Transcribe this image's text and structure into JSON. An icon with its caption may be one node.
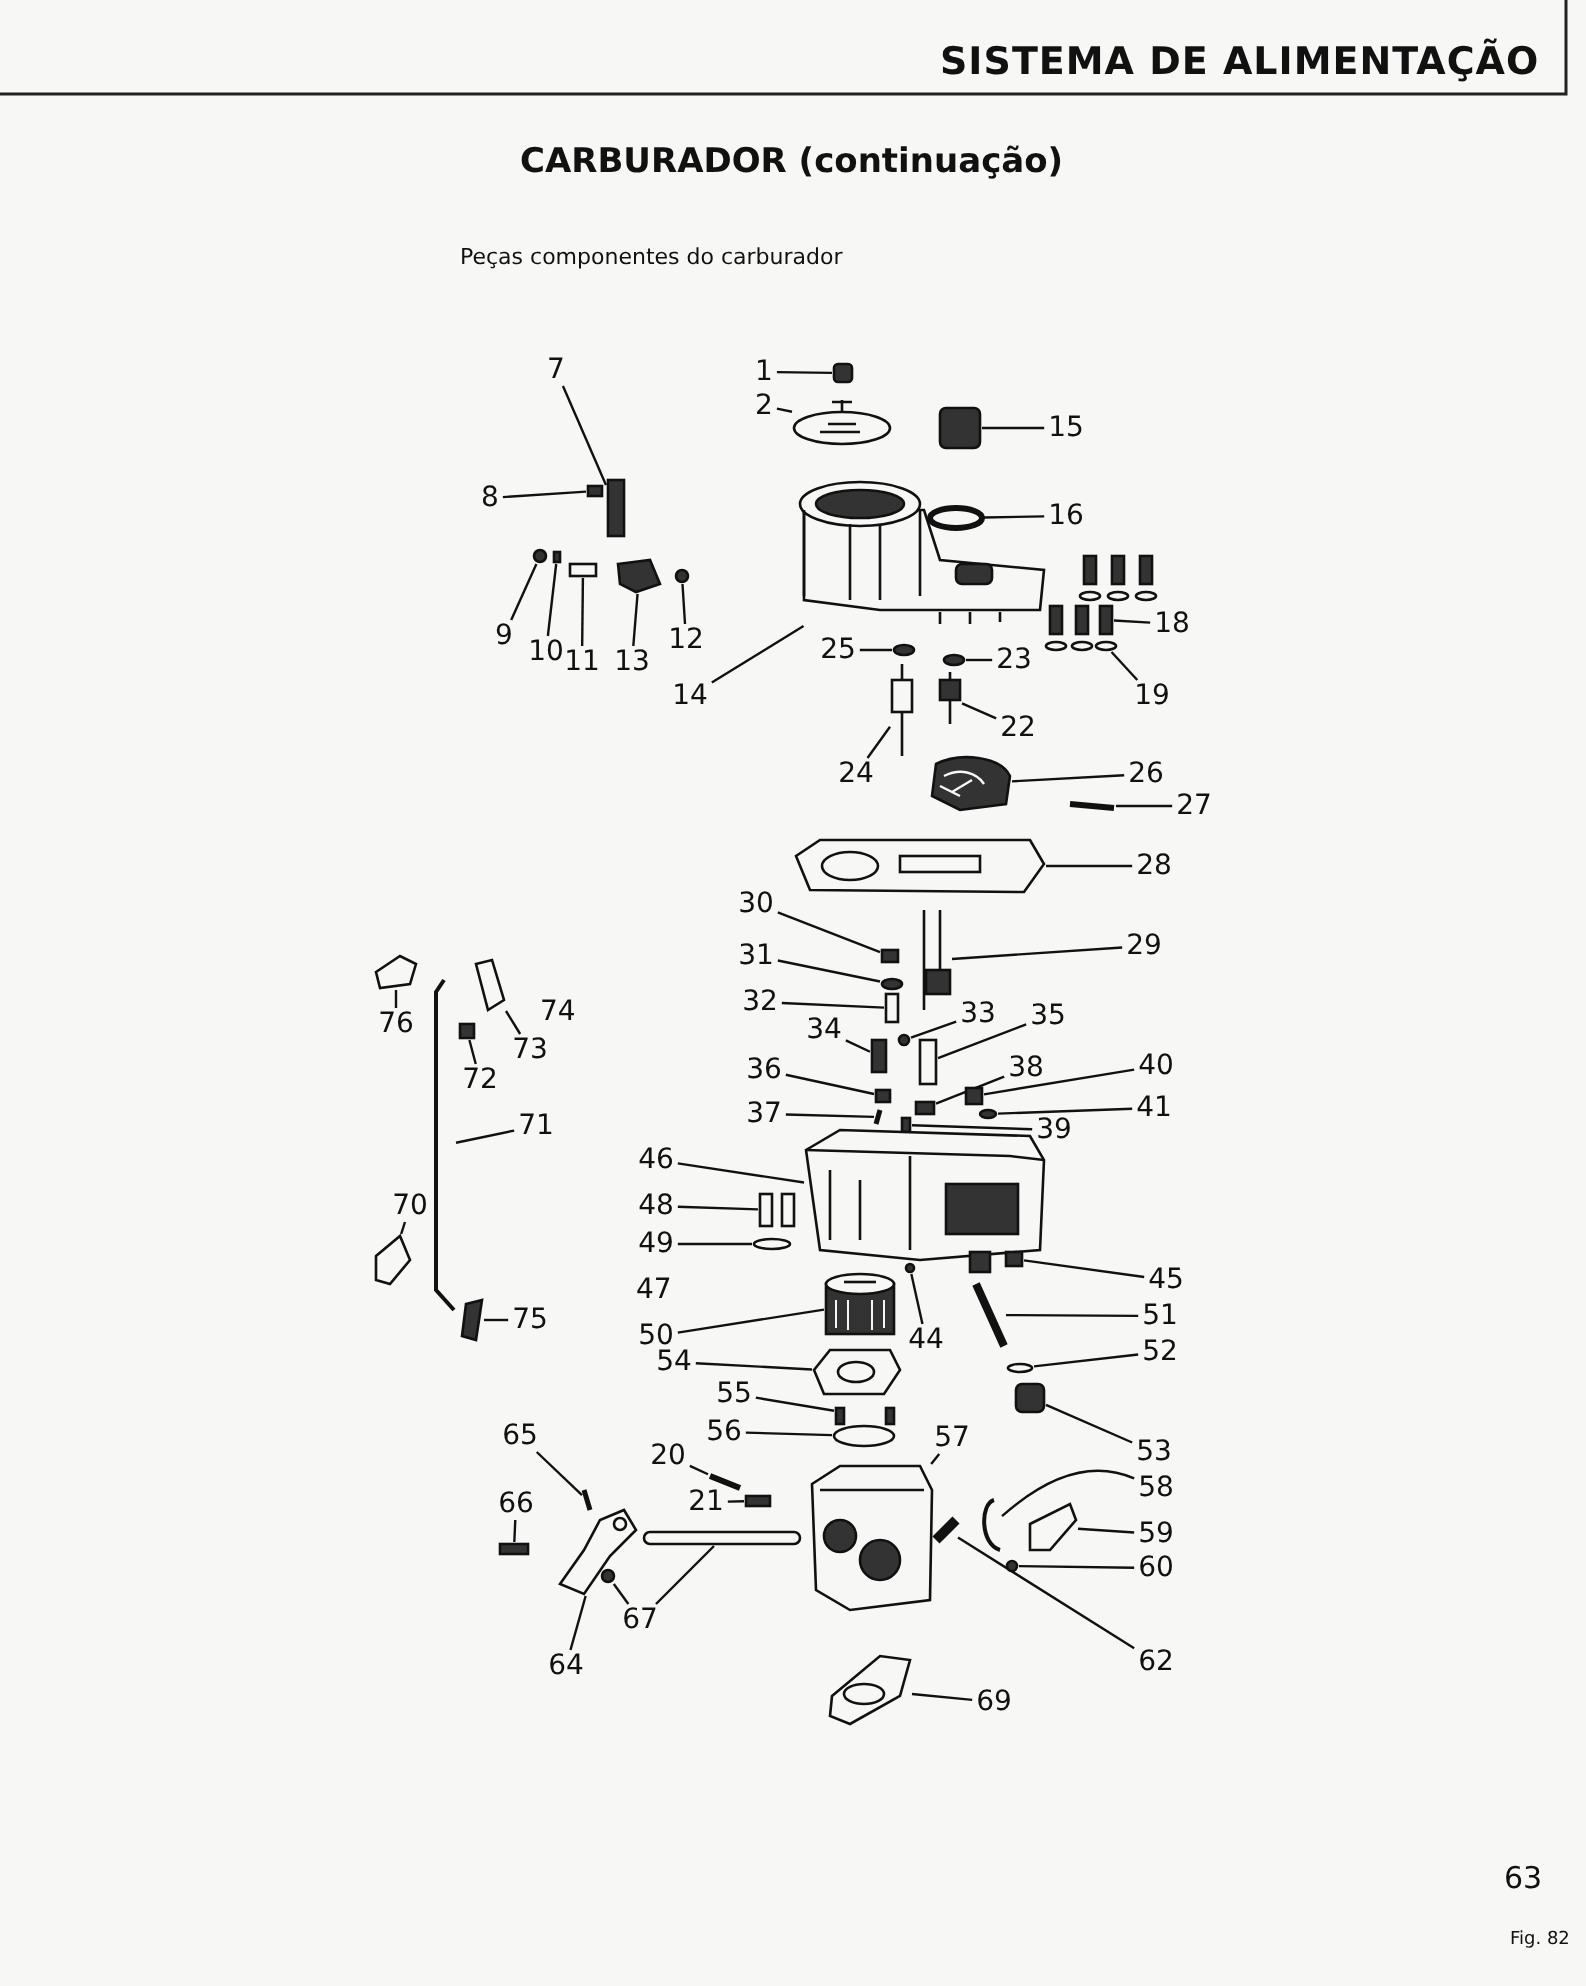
{
  "diagram": {
    "title": "CARBURADOR (continuação)",
    "nodes": [
      {
        "text": [
          "1"
        ]
      },
      {
        "text": [
          "2"
        ]
      },
      {
        "text": [
          "15"
        ]
      },
      {
        "text": [
          "7"
        ]
      },
      {
        "text": [
          "8"
        ]
      },
      {
        "text": [
          "16"
        ]
      },
      {
        "text": [
          "9"
        ]
      },
      {
        "text": [
          "10"
        ]
      },
      {
        "text": [
          "11"
        ]
      },
      {
        "text": [
          "13"
        ]
      },
      {
        "text": [
          "12"
        ]
      },
      {
        "text": [
          "18"
        ]
      },
      {
        "text": [
          "14"
        ]
      },
      {
        "text": [
          "25"
        ]
      },
      {
        "text": [
          "23"
        ]
      },
      {
        "text": [
          "19"
        ]
      },
      {
        "text": [
          "22"
        ]
      },
      {
        "text": [
          "24"
        ]
      },
      {
        "text": [
          "26"
        ]
      },
      {
        "text": [
          "27"
        ]
      },
      {
        "text": [
          "28"
        ]
      },
      {
        "text": [
          "30"
        ]
      },
      {
        "text": [
          "29"
        ]
      },
      {
        "text": [
          "31"
        ]
      },
      {
        "text": [
          "32"
        ]
      },
      {
        "text": [
          "34"
        ]
      },
      {
        "text": [
          "33"
        ]
      },
      {
        "text": [
          "35"
        ]
      },
      {
        "text": [
          "76"
        ]
      },
      {
        "text": [
          "72"
        ]
      },
      {
        "text": [
          "73"
        ]
      },
      {
        "text": [
          "36"
        ]
      },
      {
        "text": [
          "38"
        ]
      },
      {
        "text": [
          "40"
        ]
      },
      {
        "text": [
          "37"
        ]
      },
      {
        "text": [
          "41"
        ]
      },
      {
        "text": [
          "39"
        ]
      },
      {
        "text": [
          "71"
        ]
      },
      {
        "text": [
          "46"
        ]
      },
      {
        "text": [
          "48"
        ]
      },
      {
        "text": [
          "70"
        ]
      },
      {
        "text": [
          "49"
        ]
      },
      {
        "text": [
          "45"
        ]
      },
      {
        "text": [
          "50"
        ]
      },
      {
        "text": [
          "51"
        ]
      },
      {
        "text": [
          "44"
        ]
      },
      {
        "text": [
          "75"
        ]
      },
      {
        "text": [
          "54"
        ]
      },
      {
        "text": [
          "52"
        ]
      },
      {
        "text": [
          "55"
        ]
      },
      {
        "text": [
          "56"
        ]
      },
      {
        "text": [
          "65"
        ]
      },
      {
        "text": [
          "20"
        ]
      },
      {
        "text": [
          "57"
        ]
      },
      {
        "text": [
          "53"
        ]
      },
      {
        "text": [
          "58"
        ]
      },
      {
        "text": [
          "21"
        ]
      },
      {
        "text": [
          "66"
        ]
      },
      {
        "text": [
          "59"
        ]
      },
      {
        "text": [
          "60"
        ]
      },
      {
        "text": [
          "67"
        ]
      },
      {
        "text": [
          "64"
        ]
      },
      {
        "text": [
          "62"
        ]
      },
      {
        "text": [
          "69"
        ]
      },
      {
        "text": [],
        "shape": "box"
      },
      {
        "text": [],
        "shape": "picture"
      },
      {
        "text": [],
        "shape": "box"
      },
      {
        "text": [],
        "shape": "box"
      },
      {
        "text": [],
        "shape": "box"
      },
      {
        "text": [],
        "shape": "circle"
      },
      {
        "text": [],
        "shape": "circle"
      },
      {
        "text": [],
        "shape": "box"
      },
      {
        "text": [],
        "shape": "box"
      },
      {
        "text": [],
        "shape": "picture"
      },
      {
        "text": [],
        "shape": "circle"
      },
      {
        "text": [],
        "shape": "box"
      },
      {
        "text": [],
        "shape": "picture"
      },
      {
        "text": [],
        "shape": "circle"
      },
      {
        "text": [],
        "shape": "circle"
      },
      {
        "text": [],
        "shape": "circle"
      },
      {
        "text": [],
        "shape": "picture"
      },
      {
        "text": [],
        "shape": "picture"
      },
      {
        "text": [],
        "shape": "picture"
      },
      {
        "text": [],
        "shape": "bar"
      },
      {
        "text": [],
        "shape": "picture"
      },
      {
        "text": [],
        "shape": "box"
      },
      {
        "text": [],
        "shape": "picture"
      },
      {
        "text": [],
        "shape": "circle"
      },
      {
        "text": [],
        "shape": "box"
      },
      {
        "text": [],
        "shape": "box"
      },
      {
        "text": [],
        "shape": "circle"
      },
      {
        "text": [],
        "shape": "box"
      },
      {
        "text": [],
        "shape": "picture"
      },
      {
        "text": [],
        "shape": "box"
      },
      {
        "text": [],
        "shape": "picture"
      },
      {
        "text": [],
        "shape": "box"
      },
      {
        "text": [],
        "shape": "box"
      },
      {
        "text": [],
        "shape": "box"
      },
      {
        "text": [],
        "shape": "bar"
      },
      {
        "text": [],
        "shape": "circle"
      },
      {
        "text": [],
        "shape": "box"
      },
      {
        "text": [],
        "shape": "bar"
      },
      {
        "text": [],
        "shape": "picture"
      },
      {
        "text": [],
        "shape": "picture"
      },
      {
        "text": [],
        "shape": "picture"
      },
      {
        "text": [],
        "shape": "circle"
      },
      {
        "text": [],
        "shape": "box"
      },
      {
        "text": [],
        "shape": "picture"
      },
      {
        "text": [],
        "shape": "bar"
      },
      {
        "text": [],
        "shape": "circle"
      },
      {
        "text": [],
        "shape": "picture"
      },
      {
        "text": [],
        "shape": "picture"
      },
      {
        "text": [],
        "shape": "circle"
      },
      {
        "text": [],
        "shape": "picture"
      },
      {
        "text": [],
        "shape": "circle"
      },
      {
        "text": [],
        "shape": "bar"
      },
      {
        "text": [],
        "shape": "bar"
      },
      {
        "text": [],
        "shape": "picture"
      },
      {
        "text": [],
        "shape": "box"
      },
      {
        "text": [],
        "shape": "bar"
      },
      {
        "text": [],
        "shape": "box"
      },
      {
        "text": [],
        "shape": "box"
      },
      {
        "text": [],
        "shape": "picture"
      },
      {
        "text": [],
        "shape": "circle"
      },
      {
        "text": [],
        "shape": "circle"
      },
      {
        "text": [],
        "shape": "box"
      },
      {
        "text": [],
        "shape": "picture"
      },
      {
        "text": [],
        "shape": "bar"
      },
      {
        "text": [],
        "shape": "picture"
      }
    ],
    "edges": [
      {
        "from": 0,
        "to": 64,
        "arrow": "none"
      },
      {
        "from": 1,
        "to": 65,
        "arrow": "none"
      },
      {
        "from": 2,
        "to": 66,
        "arrow": "none"
      },
      {
        "from": 3,
        "to": 67,
        "arrow": "none"
      },
      {
        "from": 4,
        "to": 68,
        "arrow": "none"
      },
      {
        "from": 5,
        "to": 69,
        "arrow": "none"
      },
      {
        "from": 6,
        "to": 70,
        "arrow": "none"
      },
      {
        "from": 7,
        "to": 71,
        "arrow": "none"
      },
      {
        "from": 8,
        "to": 72,
        "arrow": "none"
      },
      {
        "from": 9,
        "to": 73,
        "arrow": "none"
      },
      {
        "from": 10,
        "to": 74,
        "arrow": "none"
      },
      {
        "from": 11,
        "to": 75,
        "arrow": "none"
      },
      {
        "from": 12,
        "to": 76,
        "arrow": "none"
      },
      {
        "from": 13,
        "to": 77,
        "arrow": "none"
      },
      {
        "from": 14,
        "to": 78,
        "arrow": "none"
      },
      {
        "from": 15,
        "to": 79,
        "arrow": "none"
      },
      {
        "from": 16,
        "to": 80,
        "arrow": "none"
      },
      {
        "from": 17,
        "to": 81,
        "arrow": "none"
      },
      {
        "from": 18,
        "to": 82,
        "arrow": "none"
      },
      {
        "from": 19,
        "to": 83,
        "arrow": "none"
      },
      {
        "from": 20,
        "to": 84,
        "arrow": "none"
      },
      {
        "from": 21,
        "to": 85,
        "arrow": "none"
      },
      {
        "from": 22,
        "to": 86,
        "arrow": "none"
      },
      {
        "from": 23,
        "to": 87,
        "arrow": "none"
      },
      {
        "from": 24,
        "to": 88,
        "arrow": "none"
      },
      {
        "from": 25,
        "to": 89,
        "arrow": "none"
      },
      {
        "from": 26,
        "to": 90,
        "arrow": "none"
      },
      {
        "from": 27,
        "to": 91,
        "arrow": "none"
      },
      {
        "from": 28,
        "to": 92,
        "arrow": "none"
      },
      {
        "from": 29,
        "to": 93,
        "arrow": "none"
      },
      {
        "from": 30,
        "to": 94,
        "arrow": "none"
      },
      {
        "from": 31,
        "to": 95,
        "arrow": "none"
      },
      {
        "from": 32,
        "to": 96,
        "arrow": "none"
      },
      {
        "from": 33,
        "to": 97,
        "arrow": "none"
      },
      {
        "from": 34,
        "to": 98,
        "arrow": "none"
      },
      {
        "from": 35,
        "to": 99,
        "arrow": "none"
      },
      {
        "from": 36,
        "to": 100,
        "arrow": "none"
      },
      {
        "from": 37,
        "to": 101,
        "arrow": "none"
      },
      {
        "from": 38,
        "to": 102,
        "arrow": "none"
      },
      {
        "from": 39,
        "to": 103,
        "arrow": "none"
      },
      {
        "from": 40,
        "to": 104,
        "arrow": "none"
      },
      {
        "from": 41,
        "to": 105,
        "arrow": "none"
      },
      {
        "from": 42,
        "to": 106,
        "arrow": "none"
      },
      {
        "from": 43,
        "to": 107,
        "arrow": "none"
      },
      {
        "from": 44,
        "to": 108,
        "arrow": "none"
      },
      {
        "from": 45,
        "to": 109,
        "arrow": "none"
      },
      {
        "from": 46,
        "to": 110,
        "arrow": "none"
      },
      {
        "from": 47,
        "to": 111,
        "arrow": "none"
      },
      {
        "from": 48,
        "to": 112,
        "arrow": "none"
      },
      {
        "from": 49,
        "to": 113,
        "arrow": "none"
      },
      {
        "from": 50,
        "to": 114,
        "arrow": "none"
      },
      {
        "from": 51,
        "to": 115,
        "arrow": "none"
      },
      {
        "from": 52,
        "to": 116,
        "arrow": "none"
      },
      {
        "from": 53,
        "to": 117,
        "arrow": "none"
      },
      {
        "from": 54,
        "to": 118,
        "arrow": "none"
      },
      {
        "from": 55,
        "to": 119,
        "arrow": "none"
      },
      {
        "from": 56,
        "to": 120,
        "arrow": "none"
      },
      {
        "from": 57,
        "to": 121,
        "arrow": "none"
      },
      {
        "from": 58,
        "to": 122,
        "arrow": "none"
      },
      {
        "from": 59,
        "to": 123,
        "arrow": "none"
      },
      {
        "from": 60,
        "to": 124,
        "arrow": "none"
      },
      {
        "from": 60,
        "to": 125,
        "arrow": "none"
      },
      {
        "from": 61,
        "to": 126,
        "arrow": "none"
      },
      {
        "from": 62,
        "to": 127,
        "arrow": "none"
      },
      {
        "from": 63,
        "to": 128,
        "arrow": "none"
      }
    ],
    "labels": [
      "SISTEMA DE ALIMENTAÇÃO",
      "Peças componentes do carburador",
      "74",
      "47",
      "63",
      "Fig. 82"
    ]
  }
}
